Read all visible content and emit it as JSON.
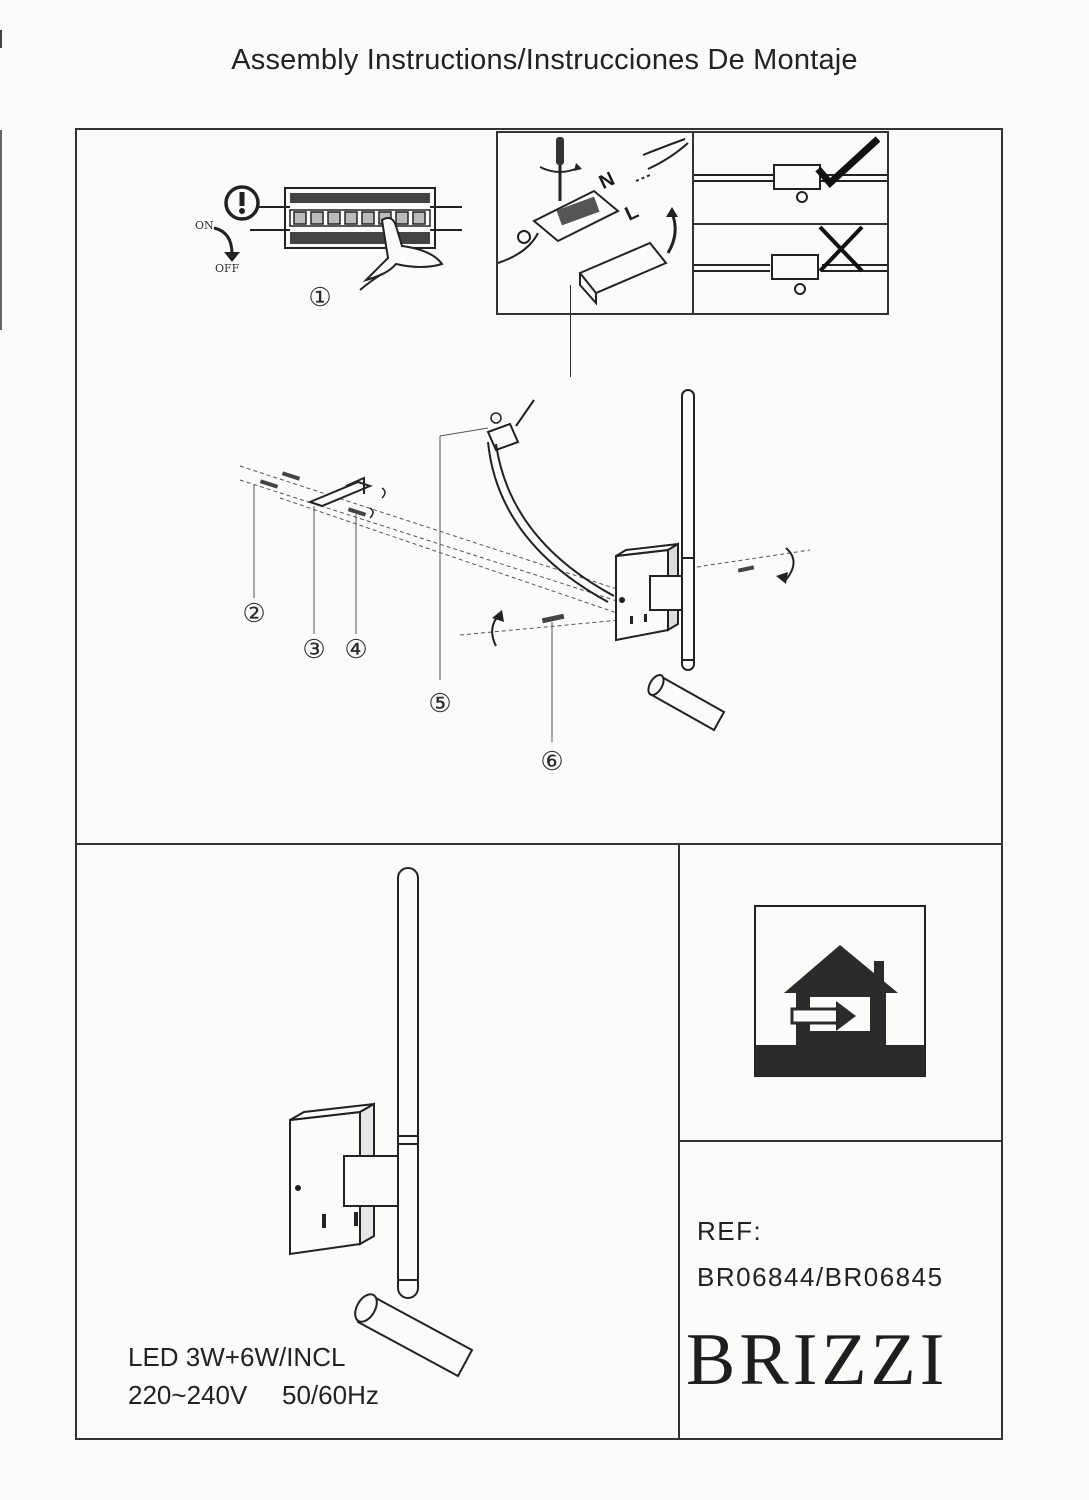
{
  "title": "Assembly Instructions/Instrucciones De Montaje",
  "step1": {
    "on_label": "ON",
    "off_label": "OFF",
    "number": "①"
  },
  "steps": {
    "s2": "②",
    "s3": "③",
    "s4": "④",
    "s5": "⑤",
    "s6": "⑥"
  },
  "terminal_labels": {
    "n": "N",
    "l": "L"
  },
  "specs": {
    "power": "LED 3W+6W/INCL",
    "voltage": "220~240V",
    "frequency": "50/60Hz"
  },
  "reference": {
    "label": "REF:",
    "codes": "BR06844/BR06845"
  },
  "brand": "BRIZZI",
  "icons": [
    "breaker-icon",
    "warning-icon",
    "screwdriver-icon",
    "check-icon",
    "cross-icon",
    "indoor-use-icon"
  ],
  "colors": {
    "ink": "#222222",
    "paper": "#fbfbfa",
    "line": "#333333"
  }
}
